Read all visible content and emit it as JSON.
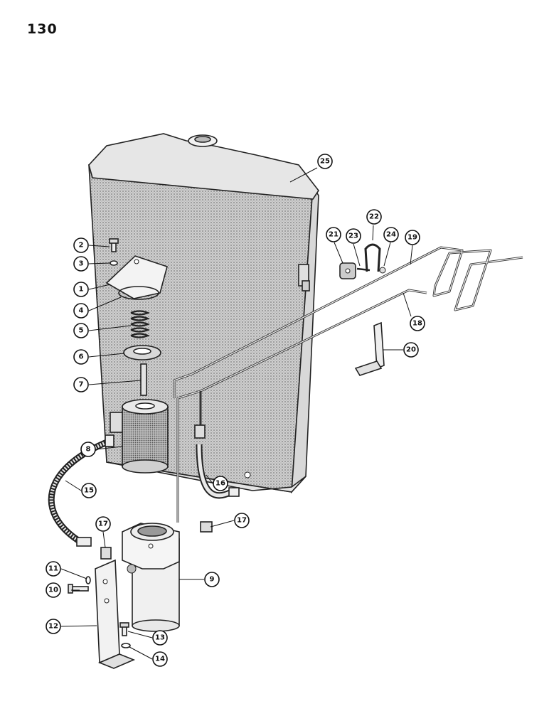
{
  "page": {
    "number": "130"
  },
  "callouts": [
    "1",
    "2",
    "3",
    "4",
    "5",
    "6",
    "7",
    "8",
    "9",
    "10",
    "11",
    "12",
    "13",
    "14",
    "15",
    "16",
    "17",
    "17",
    "18",
    "19",
    "20",
    "21",
    "22",
    "23",
    "24",
    "25"
  ]
}
